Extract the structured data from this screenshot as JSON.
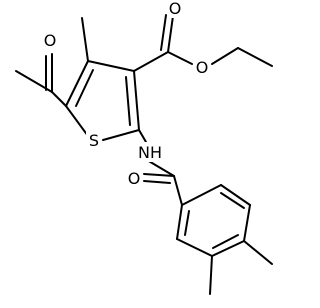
{
  "molecule": {
    "atom_labels": {
      "acetyl_oxygen": "O",
      "ring_sulfur": "S",
      "ester_carbonyl_oxygen": "O",
      "ester_ether_oxygen": "O",
      "amide_nitrogen": "NH",
      "amide_oxygen": "O"
    }
  },
  "colors": {
    "bond": "#000000",
    "label": "#000000",
    "background": "#ffffff"
  }
}
